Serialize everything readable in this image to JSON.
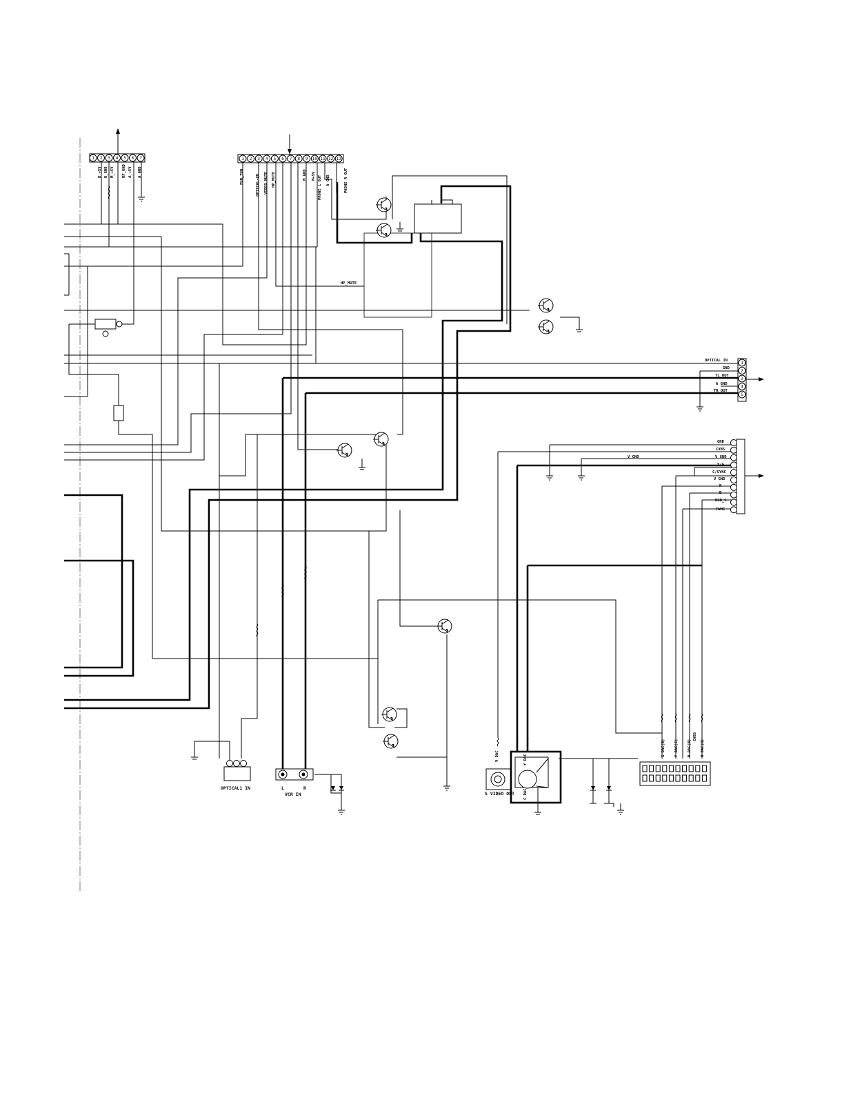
{
  "connector_a": {
    "pins": [
      "1",
      "2",
      "3",
      "4",
      "5",
      "6",
      "7"
    ],
    "labels": [
      "D_+5V",
      "D_GND",
      "M_+5V",
      "RF_GND",
      "A_+5V",
      "A_GND"
    ]
  },
  "connector_b": {
    "pins": [
      "1",
      "2",
      "3",
      "4",
      "5",
      "6",
      "7",
      "8",
      "9",
      "10",
      "11",
      "12",
      "13"
    ],
    "labels": [
      "FUN_TUN",
      "OPTICAL-ON",
      "VIDEO MUTE",
      "HP_MUTE",
      "M_GND",
      "M+5V",
      "PHONE L OUT",
      "A GND",
      "PHONE R OUT"
    ]
  },
  "hp_mute_label": "HP_MUTE",
  "connector_c": {
    "pins": [
      "1",
      "2",
      "3",
      "4",
      "5"
    ],
    "labels": [
      "OPTICAL IN",
      "GND",
      "TL_OUT",
      "A GND",
      "TR_OUT"
    ]
  },
  "connector_d": {
    "labels": [
      "GND",
      "CVBS",
      "V GND",
      "Y/G",
      "C/SYNC",
      "V GND",
      "R",
      "B",
      "RGB_S",
      "FWMC"
    ],
    "v_gnd_net": "V GND"
  },
  "jacks": {
    "optical": "OPTICAL1 IN",
    "vcr": "VCR IN",
    "vcr_l": "L",
    "vcr_r": "R",
    "svideo": "S VIDEO OUT",
    "v_dac": "V DAC",
    "y_dac": "Y DAC",
    "c_dac": "C DAC",
    "scart_labels": [
      "G DAC(B)",
      "Y DAC(C)",
      "B DAC(B)",
      "CVBS",
      "R DAC(B)"
    ]
  }
}
